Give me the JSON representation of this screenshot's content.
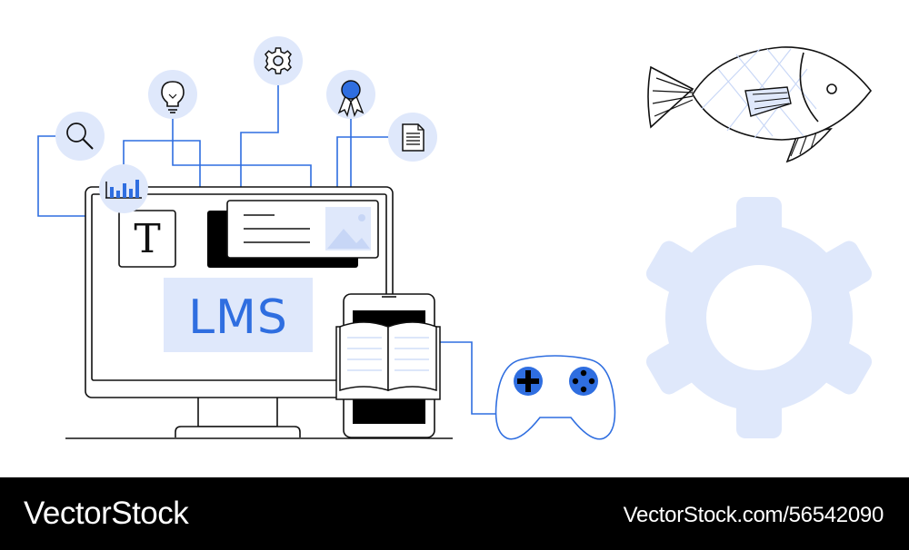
{
  "illustration": {
    "screen_label": "LMS",
    "text_tool_letter": "T"
  },
  "colors": {
    "accent_blue": "#2f6ee0",
    "light_blue": "#dfe8fb",
    "outline": "#111111",
    "footer_bg": "#000000"
  },
  "icons": [
    "search-icon",
    "bar-chart-icon",
    "lightbulb-icon",
    "gear-icon",
    "award-ribbon-icon",
    "document-icon",
    "image-icon",
    "open-book-icon",
    "gamepad-icon",
    "fish-icon",
    "large-gear-icon"
  ],
  "footer": {
    "brand": "VectorStock",
    "image_id": "VectorStock.com/56542090"
  }
}
